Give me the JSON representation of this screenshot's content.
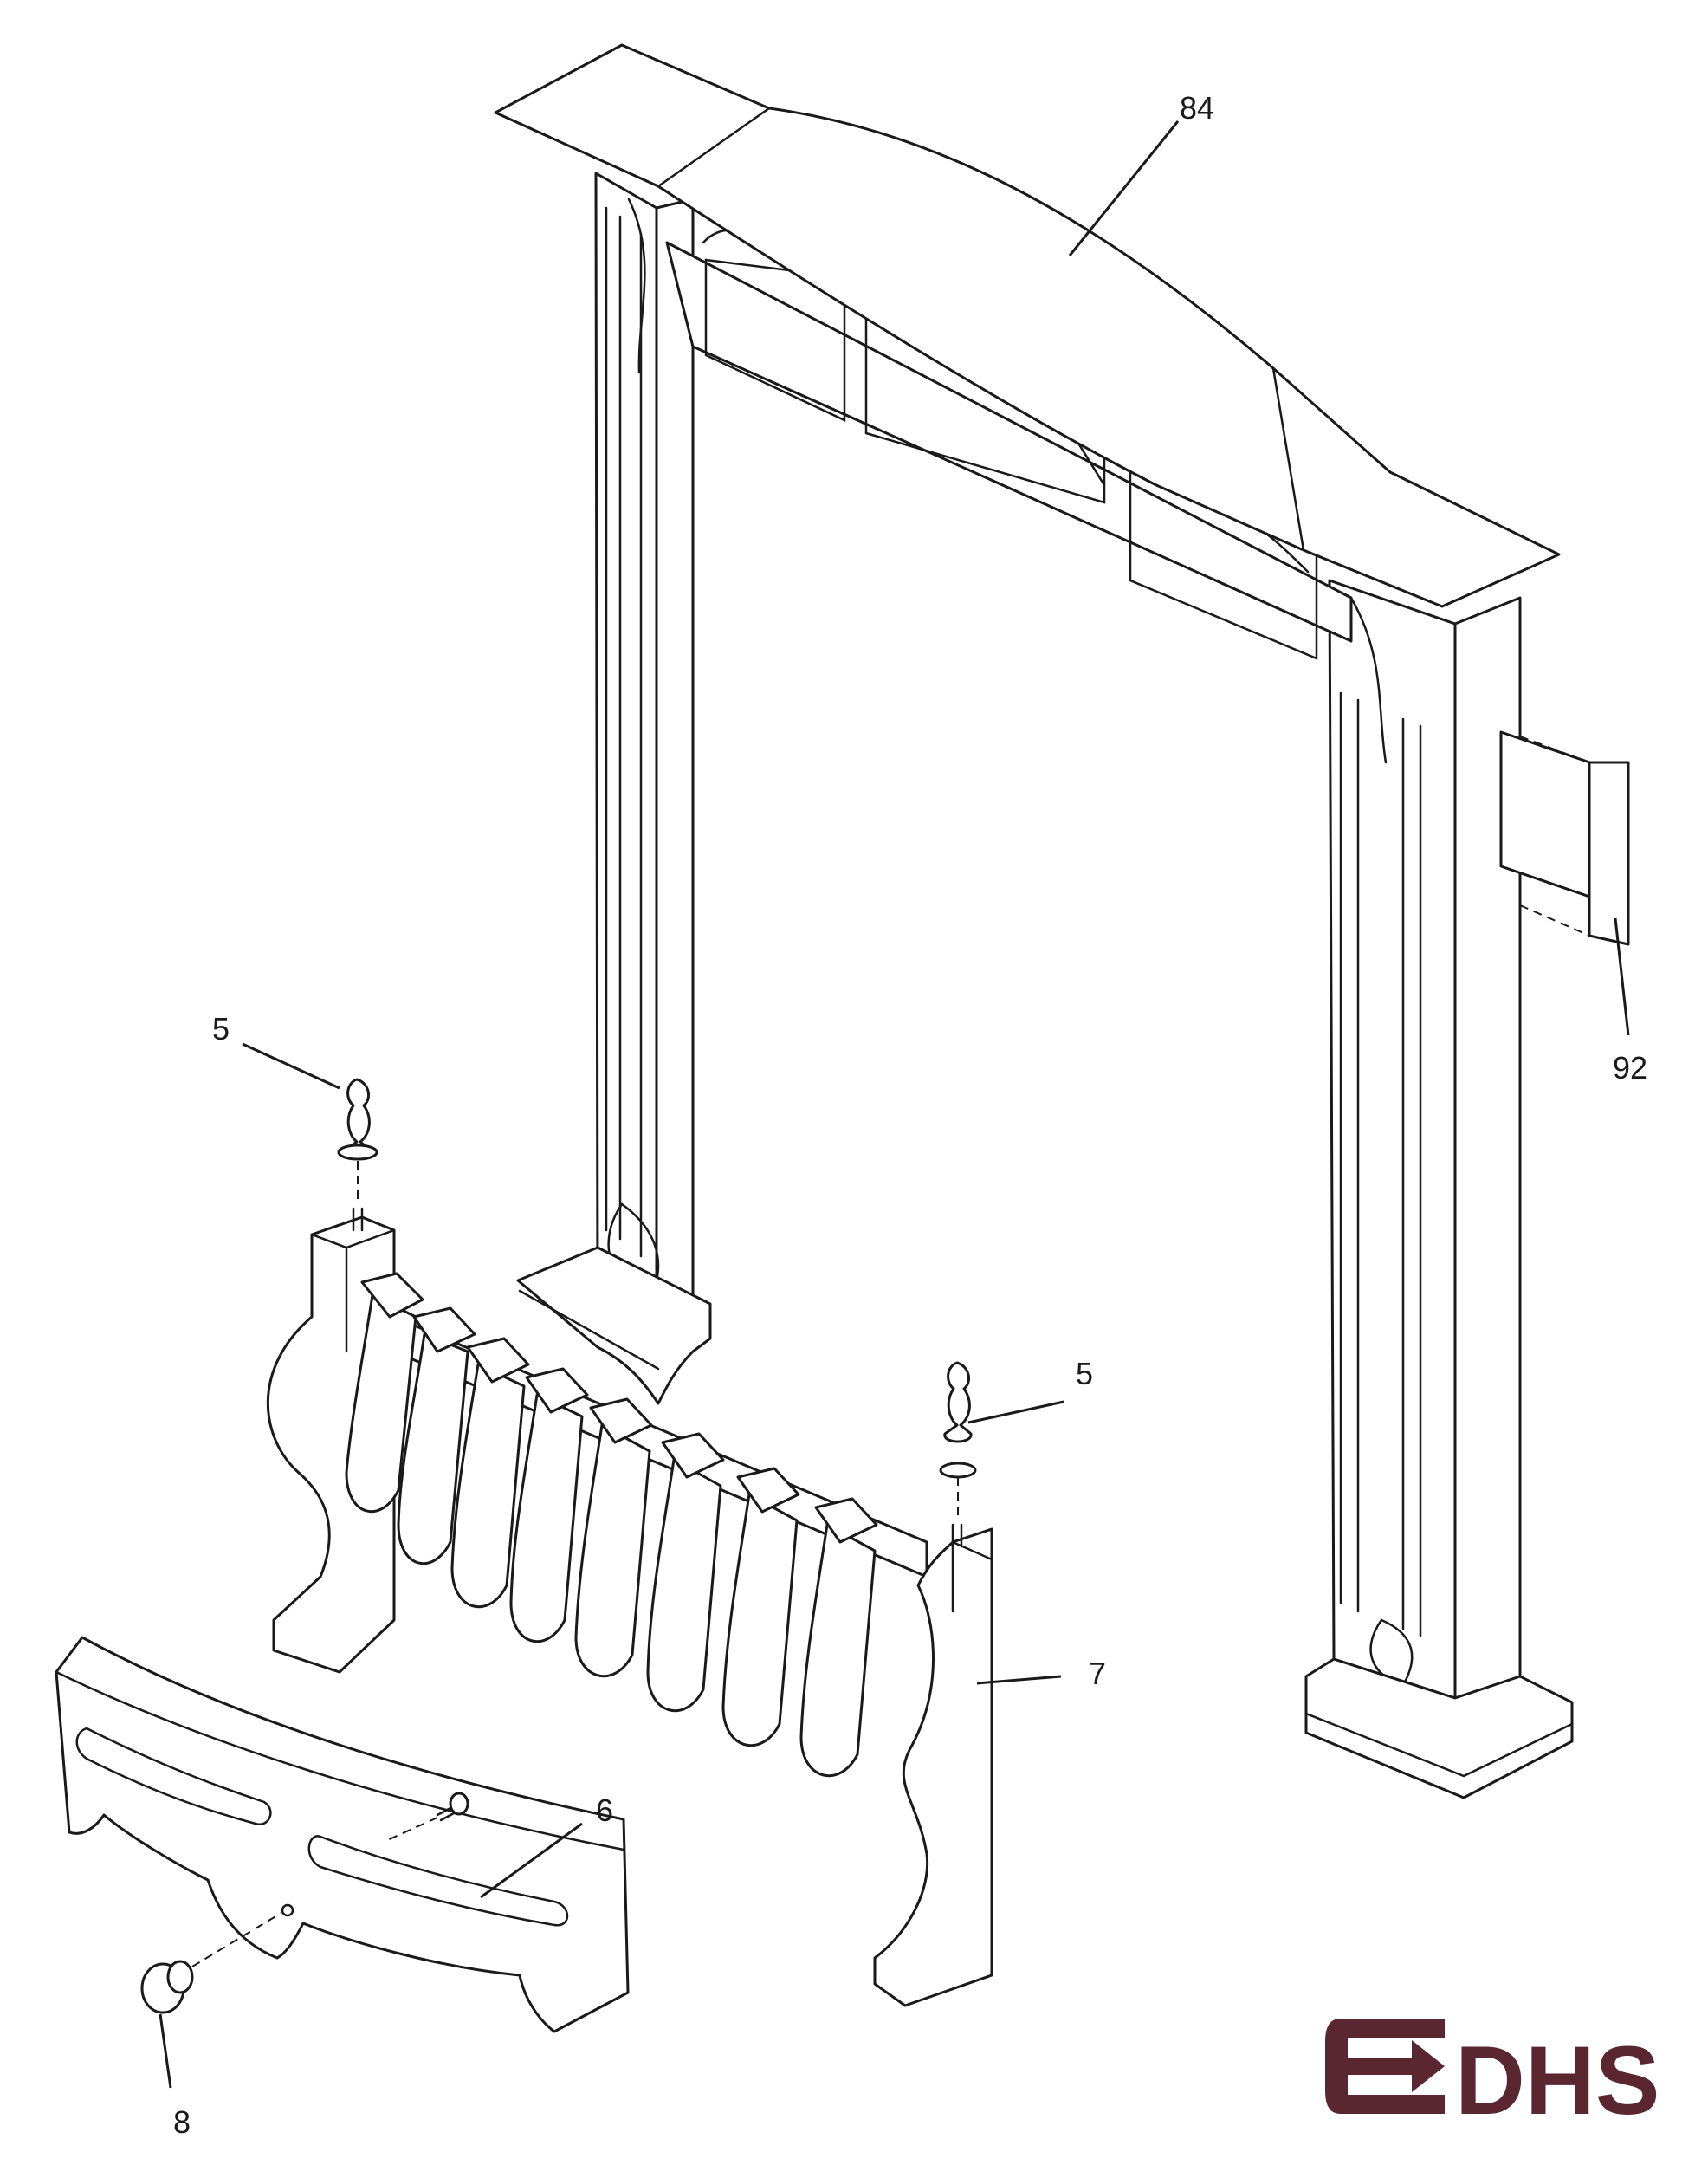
{
  "callouts": {
    "mantel": "84",
    "bracket": "92",
    "finial_left": "5",
    "finial_right": "5",
    "fret": "7",
    "ashpan_cover": "6",
    "knob": "8"
  },
  "logo": {
    "text": "DHS",
    "color": "#5a2630"
  }
}
